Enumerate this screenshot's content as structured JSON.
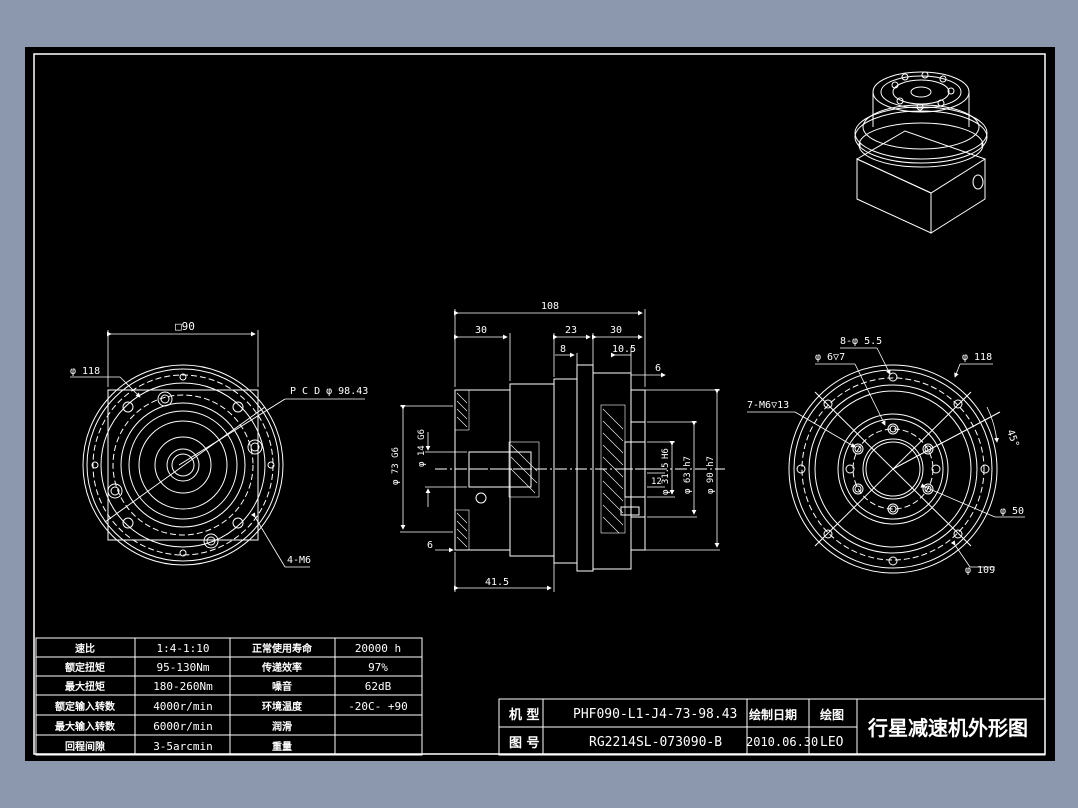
{
  "front_view": {
    "dims": {
      "square": "□90",
      "dia_outer": "φ 118",
      "pcd": "P C D φ 98.43",
      "holes": "4-M6"
    }
  },
  "side_view": {
    "dims": {
      "total_length": "108",
      "d30a": "30",
      "d23": "23",
      "d30b": "30",
      "d8": "8",
      "d10_5": "10.5",
      "d6_top": "6",
      "dia73": "φ 73 G6",
      "dia14": "φ 14 G6",
      "h6": "H6",
      "dia31_5": "φ 31.5",
      "dia63": "φ 63 h7",
      "dia90": "φ 90 h7",
      "d12": "12",
      "d6_bottom": "6",
      "d41_5": "41.5"
    }
  },
  "output_view": {
    "dims": {
      "holes_8": "8-φ 5.5",
      "cb": "φ 6▽7",
      "dia118": "φ 118",
      "threads": "7-M6▽13",
      "angle": "45°",
      "dia50": "φ 50",
      "dia109": "φ 109"
    }
  },
  "spec_table": {
    "rows": [
      [
        "速比",
        "1:4-1:10",
        "正常使用寿命",
        "20000  h"
      ],
      [
        "额定扭矩",
        "95-130Nm",
        "传递效率",
        "97%"
      ],
      [
        "最大扭矩",
        "180-260Nm",
        "噪音",
        "62dB"
      ],
      [
        "额定输入转数",
        "4000r/min",
        "环境温度",
        "-20C- +90"
      ],
      [
        "最大输入转数",
        "6000r/min",
        "润滑",
        ""
      ],
      [
        "回程间隙",
        "3-5arcmin",
        "重量",
        ""
      ]
    ]
  },
  "title_block": {
    "model_label": "机 型",
    "model_value": "PHF090-L1-J4-73-98.43",
    "drawing_no_label": "图 号",
    "drawing_no_value": "RG2214SL-073090-B",
    "date_label": "绘制日期",
    "date_value": "2010.06.30",
    "drawn_label": "绘图",
    "drawn_value": "LEO",
    "title": "行星减速机外形图"
  },
  "colors": {
    "background": "#000000",
    "line": "#ffffff",
    "frame_outer": "#8c98ae"
  }
}
